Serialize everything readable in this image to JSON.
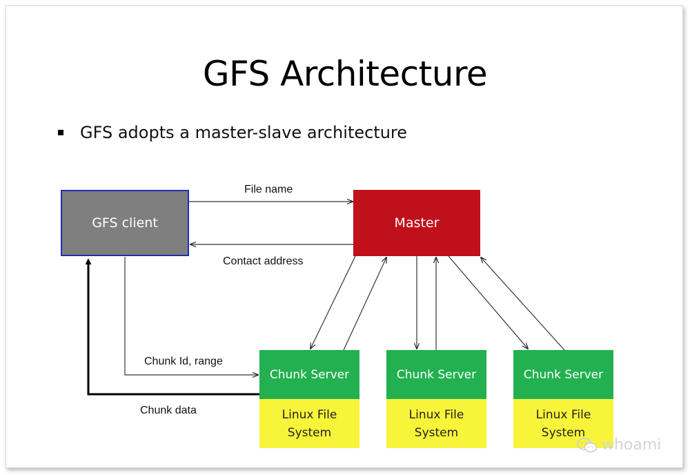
{
  "slide": {
    "title": "GFS Architecture",
    "bullet": "GFS adopts a master-slave architecture"
  },
  "nodes": {
    "client": "GFS client",
    "master": "Master",
    "chunk_servers": [
      {
        "server": "Chunk Server",
        "fs": "Linux File\nSystem"
      },
      {
        "server": "Chunk Server",
        "fs": "Linux File\nSystem"
      },
      {
        "server": "Chunk Server",
        "fs": "Linux File\nSystem"
      }
    ]
  },
  "edges": {
    "file_name": "File name",
    "contact_address": "Contact address",
    "chunk_id_range": "Chunk Id, range",
    "chunk_data": "Chunk data"
  },
  "watermark": {
    "text": "whoami",
    "icon": "wechat-icon"
  },
  "colors": {
    "client_fill": "#7f7f7f",
    "client_border": "#1c2fb3",
    "master_fill": "#c0101c",
    "chunk_server_fill": "#22b050",
    "linux_fs_fill": "#f7f43a"
  }
}
